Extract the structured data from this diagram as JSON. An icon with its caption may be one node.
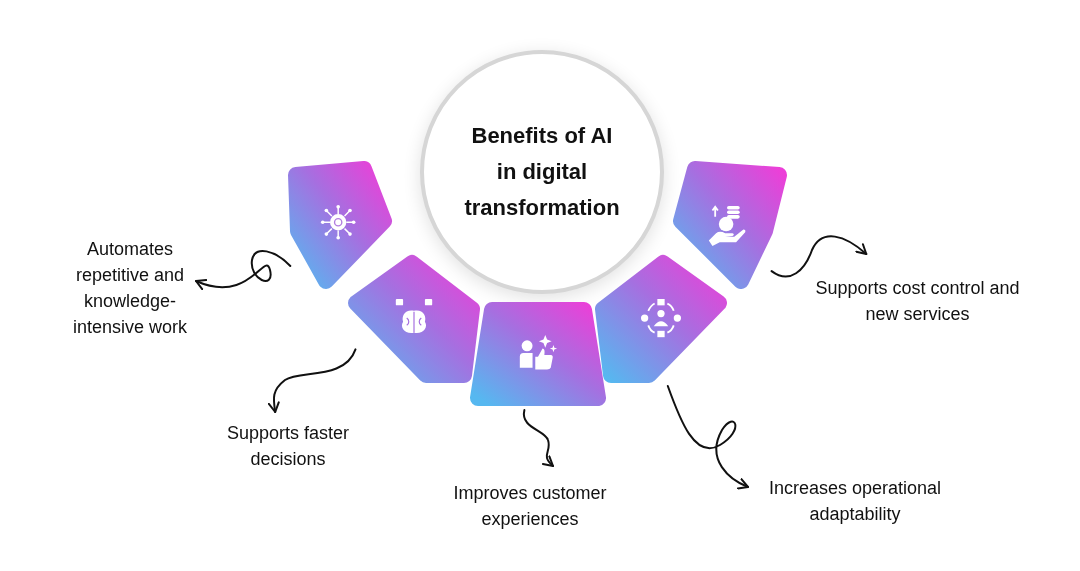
{
  "diagram": {
    "nodes": [
      {
        "text": [
          "Benefits of AI in digital transformation"
        ]
      },
      {
        "text": [],
        "shape": "box"
      },
      {
        "text": [],
        "shape": "box"
      },
      {
        "text": [],
        "shape": "box"
      },
      {
        "text": [],
        "shape": "box"
      },
      {
        "text": [],
        "shape": "box"
      },
      {
        "text": [
          "Automates repetitive and knowledge-intensive work"
        ]
      },
      {
        "text": [
          "Supports faster decisions"
        ]
      },
      {
        "text": [
          "Improves customer experiences"
        ]
      },
      {
        "text": [
          "Increases operational adaptability"
        ]
      },
      {
        "text": [
          "Supports cost control and new services"
        ]
      }
    ],
    "edges": [
      {
        "from": 1,
        "to": 6,
        "arrow": "to"
      },
      {
        "from": 2,
        "to": 7,
        "arrow": "to"
      },
      {
        "from": 3,
        "to": 8,
        "arrow": "to"
      },
      {
        "from": 4,
        "to": 9,
        "arrow": "to"
      },
      {
        "from": 5,
        "to": 10,
        "arrow": "to"
      }
    ]
  }
}
